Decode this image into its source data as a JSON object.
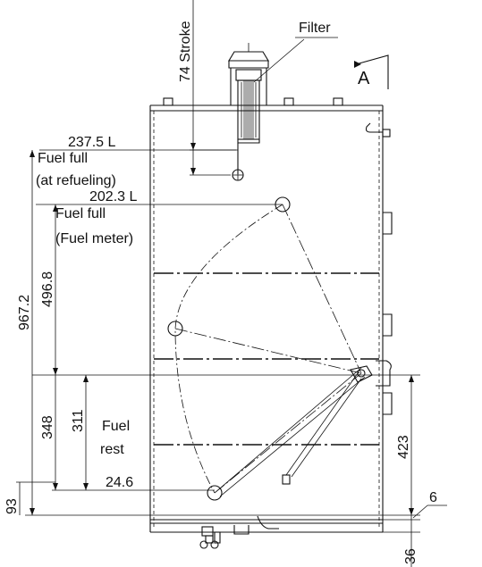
{
  "labels": {
    "stroke": "74 Stroke",
    "filter": "Filter",
    "section": "A",
    "cap_full": "237.5 L",
    "fuel_full": "Fuel full",
    "at_refueling": "(at refueling)",
    "meter_full": "202.3 L",
    "fuel_full_2": "Fuel full",
    "fuel_meter": "(Fuel meter)",
    "dim_496": "496.8",
    "dim_967": "967.2",
    "dim_348": "348",
    "dim_311": "311",
    "fuel": "Fuel",
    "rest": "rest",
    "rest_vol": "24.6",
    "dim_93": "93",
    "dim_423": "423",
    "dim_6": "6",
    "dim_36": "36"
  }
}
